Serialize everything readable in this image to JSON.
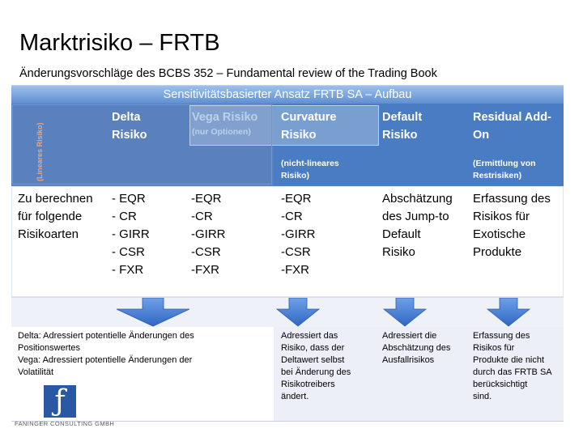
{
  "title": "Marktrisiko – FRTB",
  "subtitle": "Änderungsvorschläge des BCBS 352 – Fundamental review of the Trading Book",
  "band": "Sensitivitätsbasierter Ansatz FRTB SA – Aufbau",
  "header": {
    "linear_vertical": "(Lineares Risiko)",
    "delta_line1": "Delta",
    "delta_line2": "Risiko",
    "vega_line1": "Vega Risiko",
    "vega_sub": "(nur Optionen)",
    "curvature_line1": "Curvature",
    "curvature_line2": "Risiko",
    "curvature_note1": "(nicht-lineares",
    "curvature_note2": "Risiko)",
    "default_line1": "Default",
    "default_line2": "Risiko",
    "residual_line1": "Residual Add-",
    "residual_line2": "On",
    "residual_note1": "(Ermittlung von",
    "residual_note2": "Restrisiken)"
  },
  "body": {
    "intro": [
      "Zu berechnen",
      "für folgende",
      "Risikoarten"
    ],
    "delta": [
      "- EQR",
      "- CR",
      "- GIRR",
      "- CSR",
      "- FXR"
    ],
    "vega": [
      "-EQR",
      "-CR",
      "-GIRR",
      "-CSR",
      "-FXR"
    ],
    "curvature": [
      "-EQR",
      "-CR",
      "-GIRR",
      "-CSR",
      "-FXR"
    ],
    "default": [
      "Abschätzung",
      "des Jump-to",
      "Default",
      "Risiko"
    ],
    "residual": [
      "Erfassung des",
      "Risikos für",
      "Exotische",
      "Produkte"
    ]
  },
  "desc": {
    "deltavega": [
      "Delta: Adressiert potentielle Änderungen des",
      "Positionswertes",
      "Vega: Adressiert potentielle Änderungen der",
      "Volatilität"
    ],
    "curvature": [
      "Adressiert das",
      "Risiko, dass der",
      "Deltawert selbst",
      "bei Änderung des",
      "Risikotreibers",
      "ändert."
    ],
    "default": [
      "Adressiert die",
      "Abschätzung des",
      "Ausfallrisikos"
    ],
    "residual": [
      "Erfassung des",
      "Risikos für",
      "Produkte die nicht",
      "durch das FRTB SA",
      "berücksichtigt",
      "sind."
    ]
  },
  "company": "FANINGER CONSULTING GMBH",
  "colors": {
    "header_blue": "#4a7cc3",
    "band_blue": "#6f9bd8",
    "orange_border": "#d97a50",
    "arrow_blue": "#3f78cf"
  },
  "icons": {
    "logo": "faninger-logo",
    "arrows": "down-arrow-icon"
  }
}
